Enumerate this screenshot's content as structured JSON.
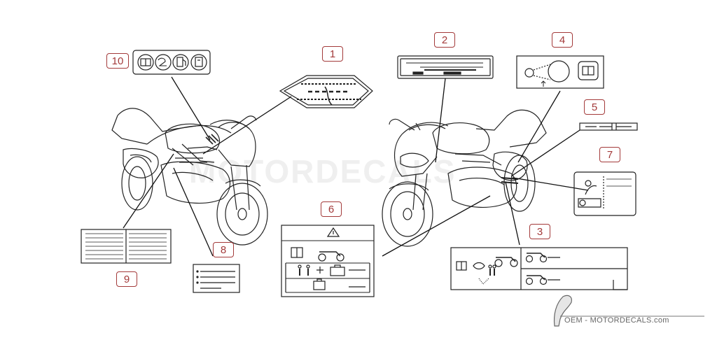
{
  "callouts": {
    "c1": "1",
    "c2": "2",
    "c3": "3",
    "c4": "4",
    "c5": "5",
    "c6": "6",
    "c7": "7",
    "c8": "8",
    "c9": "9",
    "c10": "10"
  },
  "watermark": "MOTORDECALS",
  "footer": {
    "text": "OEM - MOTORDECALS.com"
  },
  "colors": {
    "callout": "#a33a3a",
    "line": "#222222",
    "watermark": "#efefef"
  },
  "icons": [
    "book-icon",
    "warning-triangle-icon",
    "helmet-icon",
    "fuel-pump-icon",
    "motorcycle-icon",
    "luggage-icon",
    "rider-icon",
    "eye-icon"
  ]
}
